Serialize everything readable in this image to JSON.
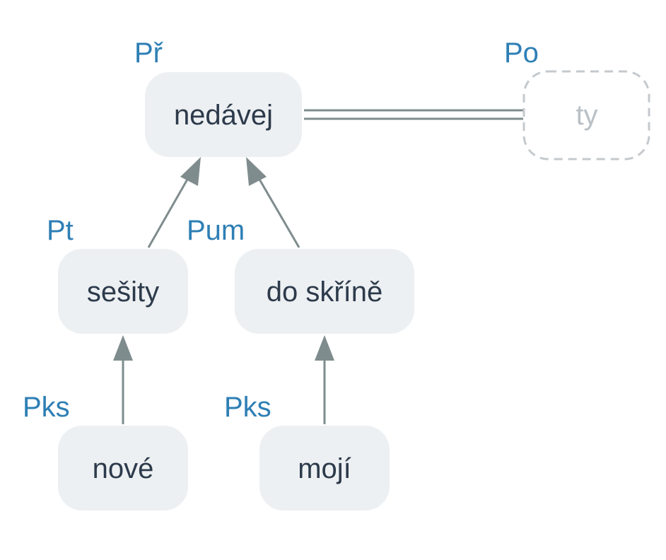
{
  "colors": {
    "node_fill": "#edf0f2",
    "node_text": "#2c3a4b",
    "ghost_stroke": "#c4c9cd",
    "ghost_text": "#b9c0c6",
    "role_text": "#2e7fb5",
    "edge": "#7f8c8d"
  },
  "nodes": {
    "nedavej": {
      "text": "nedávej",
      "role": "Př"
    },
    "ty": {
      "text": "ty",
      "role": "Po"
    },
    "sesity": {
      "text": "sešity",
      "role": "Pt"
    },
    "do_skrine": {
      "text": "do skříně",
      "role": "Pum"
    },
    "nove": {
      "text": "nové",
      "role": "Pks"
    },
    "moji": {
      "text": "mojí",
      "role": "Pks"
    }
  }
}
